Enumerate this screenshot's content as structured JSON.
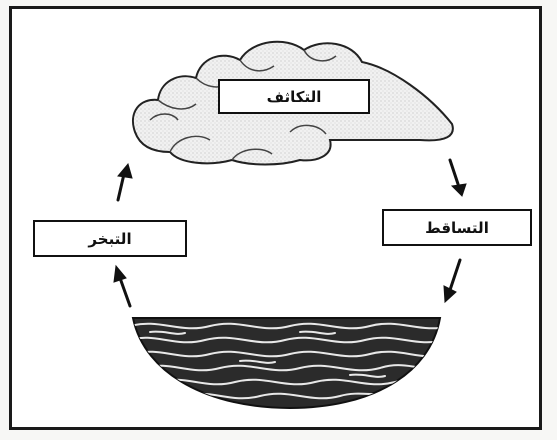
{
  "diagram": {
    "labels": {
      "condensation": "التكاثف",
      "precipitation": "التساقط",
      "evaporation": "التبخر"
    },
    "colors": {
      "ink": "#111111",
      "cloud_fill": "#f2f2f2",
      "water_fill": "#2b2b2b",
      "wave_lines": "#e8e8e8"
    },
    "icons": [
      "cloud-icon",
      "water-waves-icon",
      "arrow-icon"
    ]
  }
}
